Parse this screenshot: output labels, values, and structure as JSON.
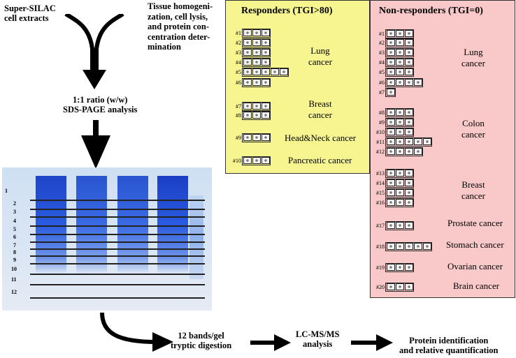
{
  "left_flow": {
    "source1": "Super-SILAC\ncell extracts",
    "source2": "Tissue homogeni-\nzation, cell lysis,\nand protein con-\ncentration deter-\nmination",
    "mix": "1:1 ratio (w/w)\nSDS-PAGE analysis"
  },
  "gel": {
    "band_numbers": [
      "1",
      "2",
      "3",
      "4",
      "5",
      "6",
      "7",
      "8",
      "9",
      "10",
      "11",
      "12"
    ]
  },
  "bottom_flow": {
    "step1": "12 bands/gel\ntryptic digestion",
    "step2": "LC-MS/MS\nanalysis",
    "step3": "Protein identification\nand relative quantification"
  },
  "responders": {
    "title": "Responders (TGI>80)",
    "color": "#f7f58f",
    "rows": [
      {
        "id": "#1",
        "n": 3
      },
      {
        "id": "#2",
        "n": 3
      },
      {
        "id": "#3",
        "n": 3
      },
      {
        "id": "#4",
        "n": 3
      },
      {
        "id": "#5",
        "n": 5
      },
      {
        "id": "#6",
        "n": 3
      },
      {
        "id": "#7",
        "n": 3
      },
      {
        "id": "#8",
        "n": 3
      },
      {
        "id": "#9",
        "n": 3
      },
      {
        "id": "#10",
        "n": 3
      }
    ],
    "groups": [
      {
        "label": "Lung\ncancer"
      },
      {
        "label": "Breast\ncancer"
      },
      {
        "label": "Head&Neck cancer"
      },
      {
        "label": "Pancreatic cancer"
      }
    ]
  },
  "nonresponders": {
    "title": "Non-responders (TGI=0)",
    "color": "#f9c9c9",
    "rows": [
      {
        "id": "#1",
        "n": 3
      },
      {
        "id": "#2",
        "n": 3
      },
      {
        "id": "#3",
        "n": 3
      },
      {
        "id": "#4",
        "n": 3
      },
      {
        "id": "#5",
        "n": 3
      },
      {
        "id": "#6",
        "n": 4
      },
      {
        "id": "#7",
        "n": 1
      },
      {
        "id": "#8",
        "n": 3
      },
      {
        "id": "#9",
        "n": 3
      },
      {
        "id": "#10",
        "n": 3
      },
      {
        "id": "#11",
        "n": 5
      },
      {
        "id": "#12",
        "n": 4
      },
      {
        "id": "#13",
        "n": 3
      },
      {
        "id": "#14",
        "n": 3
      },
      {
        "id": "#15",
        "n": 3
      },
      {
        "id": "#16",
        "n": 3
      },
      {
        "id": "#17",
        "n": 3
      },
      {
        "id": "#18",
        "n": 5
      },
      {
        "id": "#19",
        "n": 3
      },
      {
        "id": "#20",
        "n": 3
      }
    ],
    "groups": [
      {
        "label": "Lung\ncancer"
      },
      {
        "label": "Colon\ncancer"
      },
      {
        "label": "Breast\ncancer"
      },
      {
        "label": "Prostate cancer"
      },
      {
        "label": "Stomach cancer"
      },
      {
        "label": "Ovarian cancer"
      },
      {
        "label": "Brain cancer"
      }
    ]
  }
}
